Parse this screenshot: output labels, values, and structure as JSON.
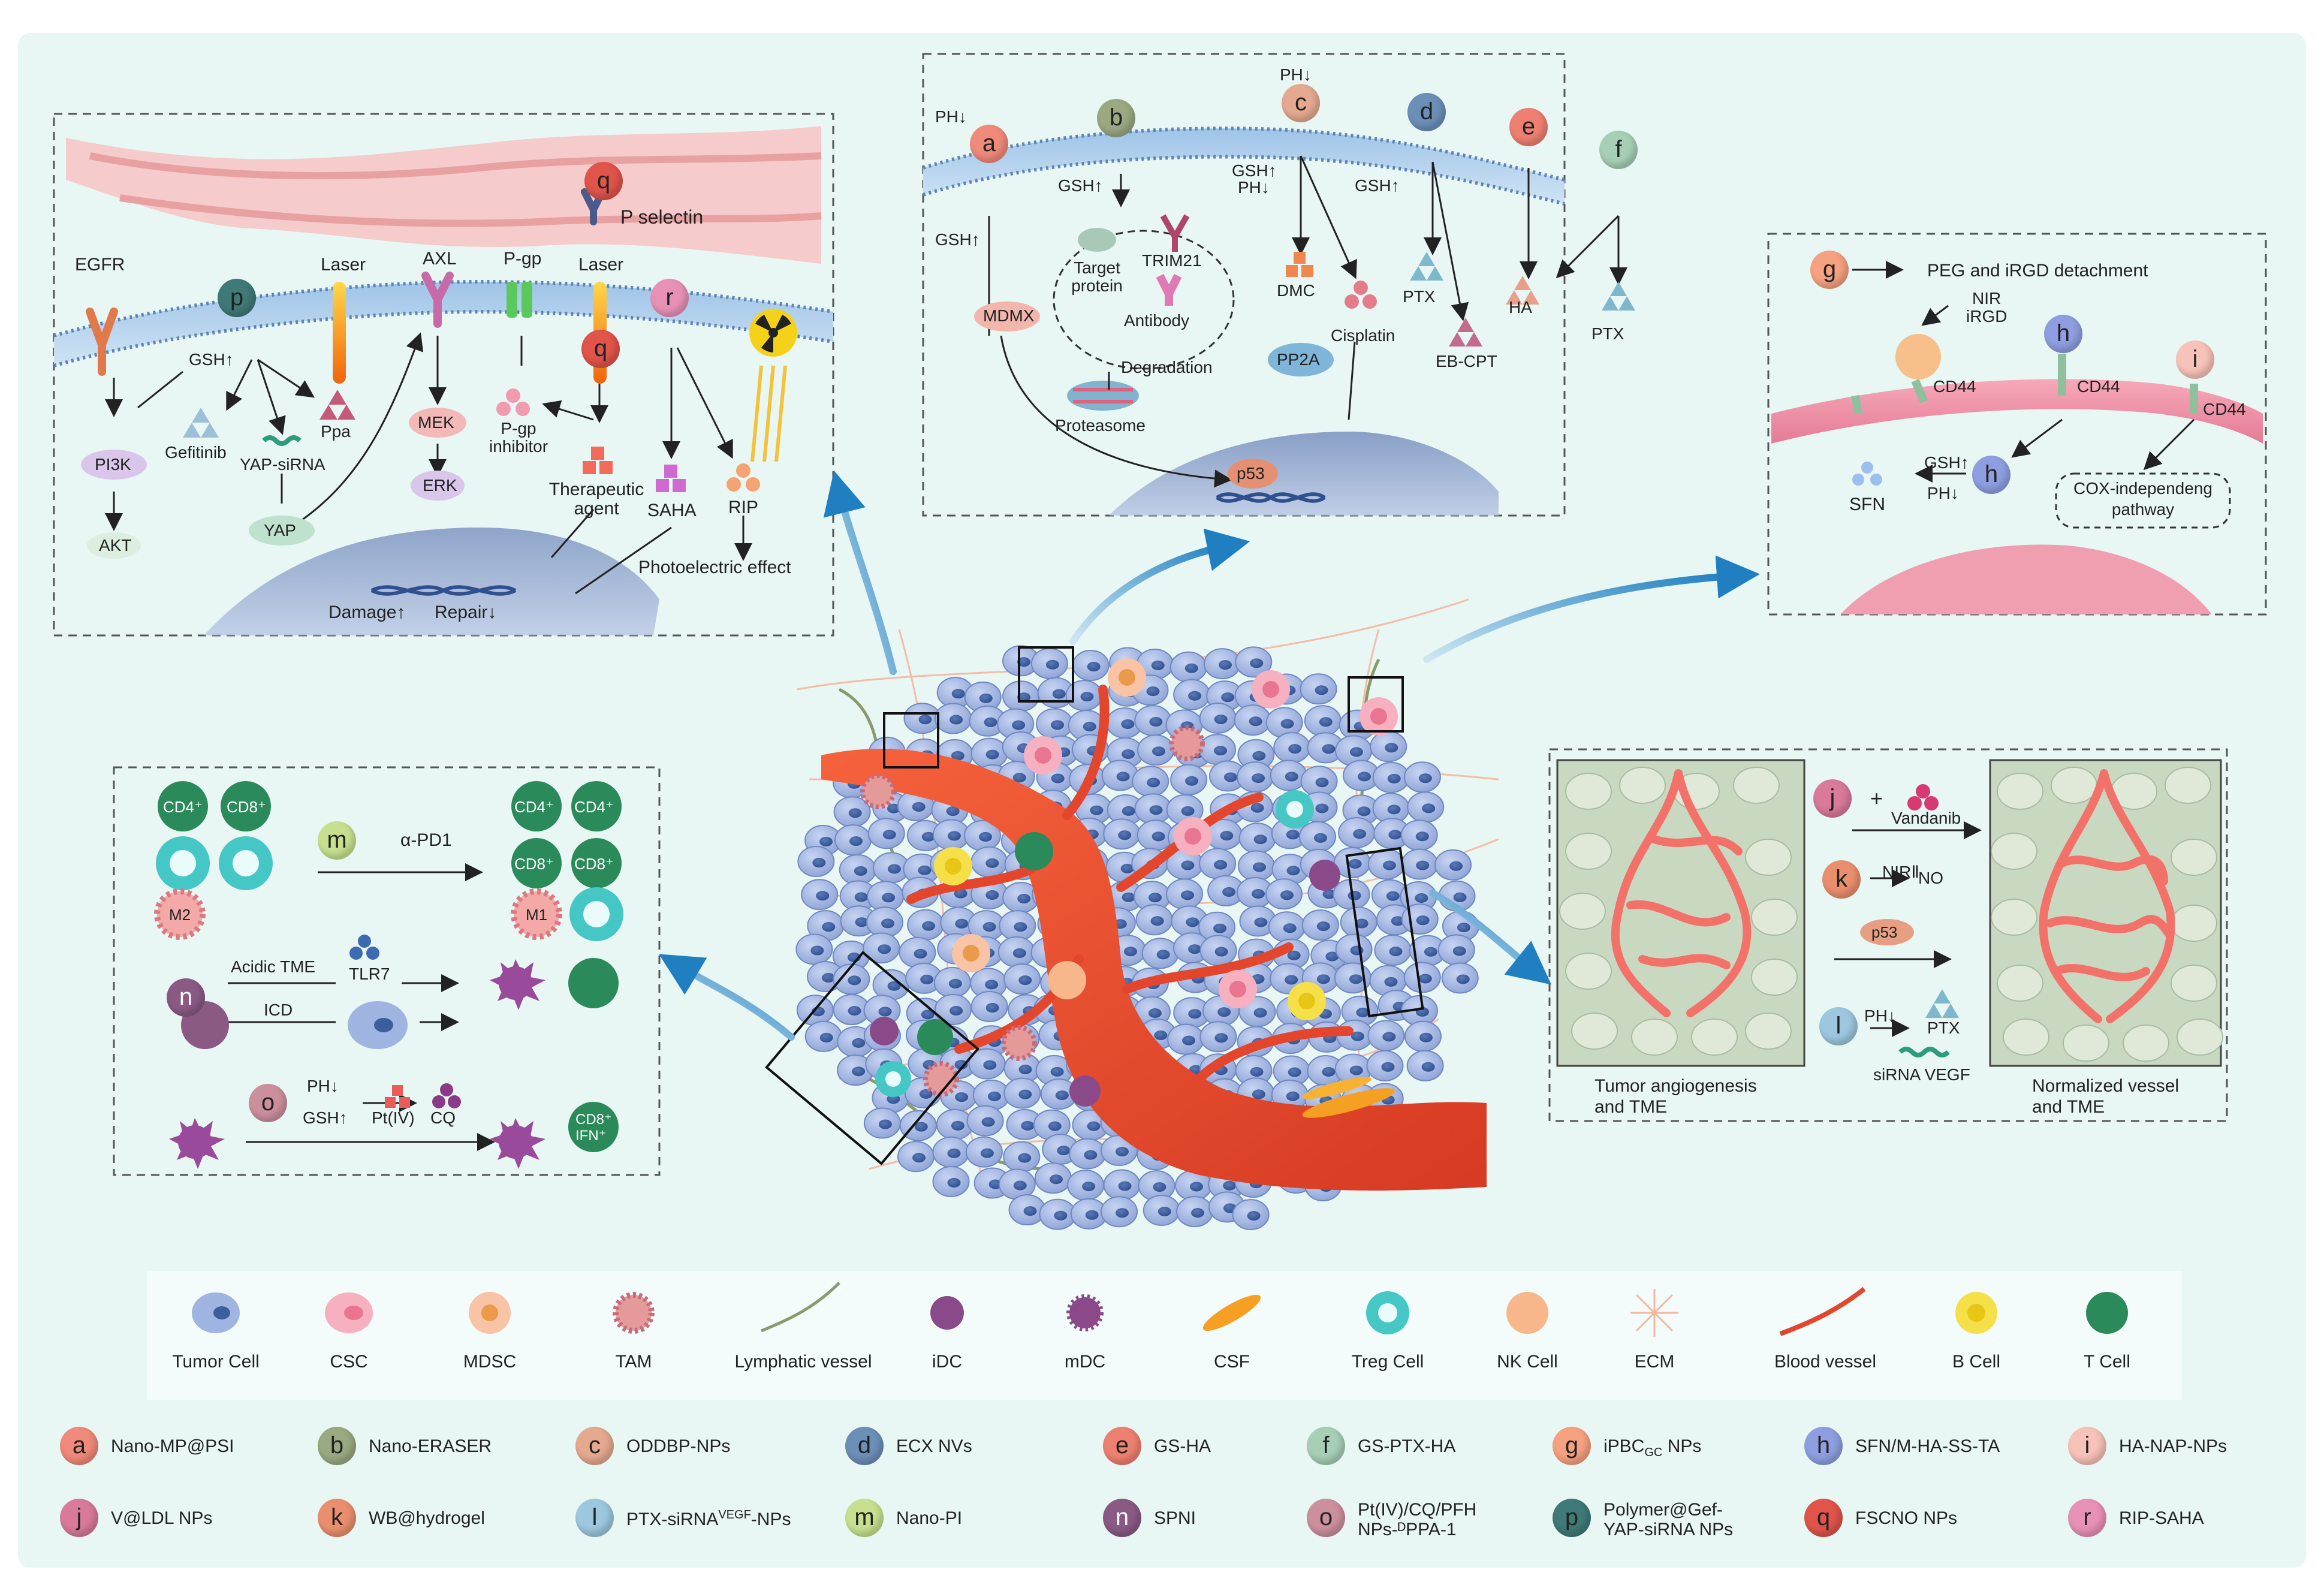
{
  "top_left_panel": {
    "p_selectin": "P selectin",
    "egfr": "EGFR",
    "laser1": "Laser",
    "axl": "AXL",
    "pgp": "P-gp",
    "laser2": "Laser",
    "gsh_up": "GSH↑",
    "ppa": "Ppa",
    "gefitinib": "Gefitinib",
    "pi3k": "PI3K",
    "akt": "AKT",
    "yap_sirna": "YAP-siRNA",
    "yap": "YAP",
    "mek": "MEK",
    "erk": "ERK",
    "pgp_inhibitor_1": "P-gp",
    "pgp_inhibitor_2": "inhibitor",
    "therapeutic_1": "Therapeutic",
    "therapeutic_2": "agent",
    "saha": "SAHA",
    "rip": "RIP",
    "photoelectric": "Photoelectric effect",
    "damage": "Damage↑",
    "repair": "Repair↓"
  },
  "top_center_panel": {
    "ph_down_a": "PH↓",
    "ph_down_c": "PH↓",
    "gsh_up_b": "GSH↑",
    "gsh_up_mdmx": "GSH↑",
    "gsh_up_c": "GSH↑",
    "ph_down_c2": "PH↓",
    "gsh_up_d": "GSH↑",
    "target_protein_1": "Target",
    "target_protein_2": "protein",
    "trim21": "TRIM21",
    "antibody": "Antibody",
    "degradation": "Degradation",
    "proteasome": "Proteasome",
    "mdmx": "MDMX",
    "dmc": "DMC",
    "pp2a": "PP2A",
    "cisplatin": "Cisplatin",
    "ptx": "PTX",
    "eb_cpt": "EB-CPT",
    "ha": "HA",
    "ptx2": "PTX",
    "p53": "p53"
  },
  "top_right_panel": {
    "peg_irgd": "PEG and iRGD detachment",
    "nir": "NIR",
    "irgd": "iRGD",
    "cd44_1": "CD44",
    "cd44_2": "CD44",
    "cd44_3": "CD44",
    "gsh_up": "GSH↑",
    "ph_down": "PH↓",
    "sfn": "SFN",
    "cox_1": "COX-independeng",
    "cox_2": "pathway"
  },
  "bottom_left_panel": {
    "cd4": "CD4⁺",
    "cd8": "CD8⁺",
    "m2": "M2",
    "m1": "M1",
    "alpha_pd1": "α-PD1",
    "acidic_tme": "Acidic TME",
    "tlr7": "TLR7",
    "icd": "ICD",
    "ph_down": "PH↓",
    "gsh_up": "GSH↑",
    "pt_iv": "Pt(IV)",
    "cq": "CQ",
    "ifn": "IFN⁺"
  },
  "bottom_right_panel": {
    "tumor_angio_1": "Tumor angiogenesis",
    "tumor_angio_2": "and TME",
    "normalized_1": "Normalized vessel",
    "normalized_2": "and TME",
    "plus": "+",
    "vandanib": "Vandanib",
    "nir2": "NIRⅡ",
    "no": "NO",
    "p53": "p53",
    "ph_down": "PH↓",
    "ptx": "PTX",
    "sirna_vegf": "siRNA VEGF"
  },
  "cell_legend": [
    {
      "label": "Tumor Cell",
      "icon": "tumor-cell-icon"
    },
    {
      "label": "CSC",
      "icon": "csc-icon"
    },
    {
      "label": "MDSC",
      "icon": "mdsc-icon"
    },
    {
      "label": "TAM",
      "icon": "tam-icon"
    },
    {
      "label": "Lymphatic vessel",
      "icon": "lymphatic-vessel-icon"
    },
    {
      "label": "iDC",
      "icon": "idc-icon"
    },
    {
      "label": "mDC",
      "icon": "mdc-icon"
    },
    {
      "label": "CSF",
      "icon": "csf-icon"
    },
    {
      "label": "Treg Cell",
      "icon": "treg-cell-icon"
    },
    {
      "label": "NK Cell",
      "icon": "nk-cell-icon"
    },
    {
      "label": "ECM",
      "icon": "ecm-icon"
    },
    {
      "label": "Blood vessel",
      "icon": "blood-vessel-icon"
    },
    {
      "label": "B Cell",
      "icon": "b-cell-icon"
    },
    {
      "label": "T Cell",
      "icon": "t-cell-icon"
    }
  ],
  "nano_legend": [
    {
      "letter": "a",
      "label": "Nano-MP@PSI",
      "color": "#f08a7a"
    },
    {
      "letter": "b",
      "label": "Nano-ERASER",
      "color": "#9aa982"
    },
    {
      "letter": "c",
      "label": "ODDBP-NPs",
      "color": "#e4a98f"
    },
    {
      "letter": "d",
      "label": "ECX NVs",
      "color": "#6c8fb8"
    },
    {
      "letter": "e",
      "label": "GS-HA",
      "color": "#ee8071"
    },
    {
      "letter": "f",
      "label": "GS-PTX-HA",
      "color": "#a7cfb6"
    },
    {
      "letter": "g",
      "label": "iPBC",
      "sub": "GC",
      "label_after": " NPs",
      "color": "#f6a17f"
    },
    {
      "letter": "h",
      "label": "SFN/M-HA-SS-TA",
      "color": "#8f9ee0"
    },
    {
      "letter": "i",
      "label": "HA-NAP-NPs",
      "color": "#f7c2b8"
    },
    {
      "letter": "j",
      "label": "V@LDL NPs",
      "color": "#d97a9a"
    },
    {
      "letter": "k",
      "label": "WB@hydrogel",
      "color": "#ea8f6d"
    },
    {
      "letter": "l",
      "label": "PTX-siRNA",
      "sup": "VEGF",
      "label_after": "-NPs",
      "color": "#9cc7de"
    },
    {
      "letter": "m",
      "label": "Nano-PI",
      "color": "#c6e08f"
    },
    {
      "letter": "n",
      "label": "SPNI",
      "color": "#8a5a85"
    },
    {
      "letter": "o",
      "label": "Pt(IV)/CQ/PFH",
      "label2": "NPs-ᴰPPA-1",
      "color": "#cc8f9e"
    },
    {
      "letter": "p",
      "label": "Polymer@Gef-",
      "label2": "YAP-siRNA NPs",
      "color": "#3f7a78"
    },
    {
      "letter": "q",
      "label": "FSCNO NPs",
      "color": "#e0544a"
    },
    {
      "letter": "r",
      "label": "RIP-SAHA",
      "color": "#e891b6"
    }
  ],
  "bulbs": {
    "a": "a",
    "b": "b",
    "c": "c",
    "d": "d",
    "e": "e",
    "f": "f",
    "g": "g",
    "h": "h",
    "h2": "h",
    "i": "i",
    "j": "j",
    "k": "k",
    "l": "l",
    "m": "m",
    "n": "n",
    "o": "o",
    "p": "p",
    "q": "q",
    "q2": "q",
    "r": "r"
  },
  "colors": {
    "background": "#e7f5f4",
    "arrow": "#2a86c4",
    "vessel": "#e3462c",
    "tumor_cell": "#9fb4e0"
  }
}
